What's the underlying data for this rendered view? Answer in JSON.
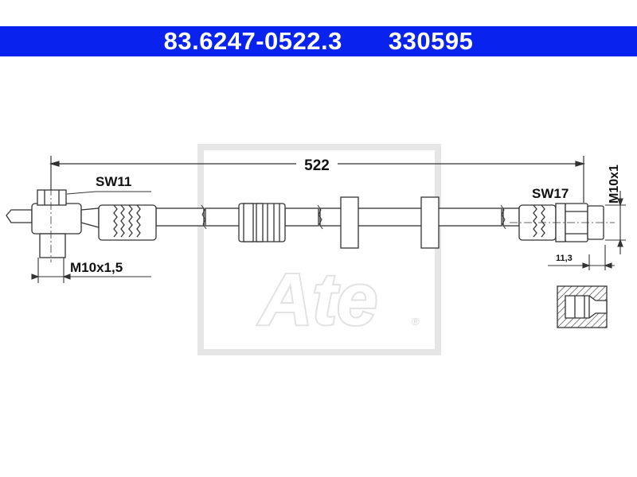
{
  "header": {
    "part_number": "83.6247-0522.3",
    "reference_number": "330595",
    "background_color": "#0a22ee",
    "text_color": "#ffffff"
  },
  "drawing": {
    "total_length": "522",
    "left_fitting": {
      "wrench_size": "SW11",
      "thread": "M10x1,5"
    },
    "right_fitting": {
      "wrench_size": "SW17",
      "thread": "M10x1",
      "thread_length": "11,3"
    },
    "watermark_logo": "Ate",
    "watermark_registered": "®"
  }
}
